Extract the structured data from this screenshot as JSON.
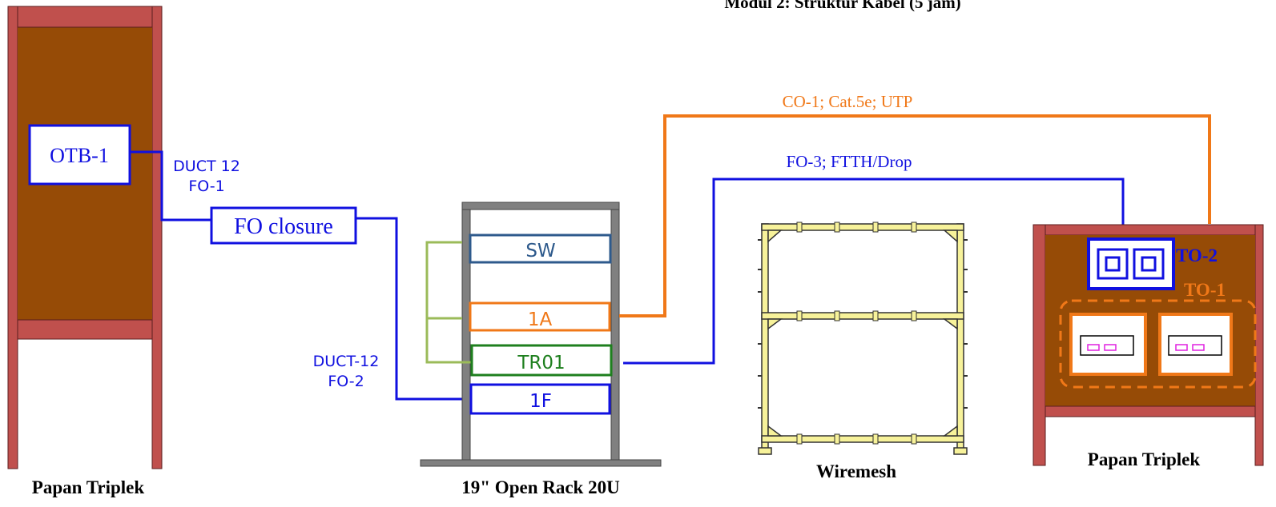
{
  "header": {
    "title": "Modul 2: Struktur Kabel (5 jam)"
  },
  "colors": {
    "board_brown": "#964B06",
    "board_frame": "#C0504D",
    "link_blue": "#1010E0",
    "link_orange": "#F07818",
    "link_green": "#9BBB59",
    "rack_gray": "#808080",
    "sw_blue": "#2E5A8C",
    "tr_green": "#1E7F1E",
    "wiremesh_yellow": "#F7F29A",
    "socket_magenta": "#E020E0"
  },
  "left_board": {
    "label": "Papan Triplek",
    "otb_label": "OTB-1",
    "duct_top": "DUCT 12",
    "duct_top_fo": "FO-1",
    "closure_label": "FO closure",
    "duct_bottom": "DUCT-12",
    "duct_bottom_fo": "FO-2"
  },
  "rack": {
    "label": "19\" Open Rack 20U",
    "units": {
      "sw": "SW",
      "a": "1A",
      "tr": "TR01",
      "f": "1F"
    }
  },
  "cables": {
    "copper": "CO-1; Cat.5e; UTP",
    "fiber": "FO-3; FTTH/Drop"
  },
  "wiremesh": {
    "label": "Wiremesh"
  },
  "right_board": {
    "label": "Papan Triplek",
    "to2_label": "TO-2",
    "to1_label": "TO-1"
  }
}
